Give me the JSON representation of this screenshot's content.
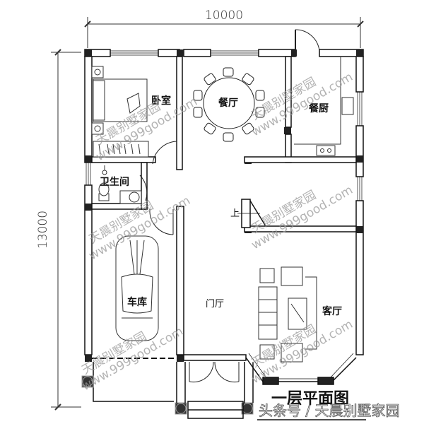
{
  "drawing": {
    "title": "一层平面图",
    "dimensions": {
      "width_label": "10000",
      "height_label": "13000"
    },
    "rooms": [
      {
        "id": "bedroom",
        "label": "卧室"
      },
      {
        "id": "dining",
        "label": "餐厅"
      },
      {
        "id": "kitchen",
        "label": "餐厨"
      },
      {
        "id": "bathroom",
        "label": "卫生间"
      },
      {
        "id": "garage",
        "label": "车库"
      },
      {
        "id": "foyer",
        "label": "门厅"
      },
      {
        "id": "living",
        "label": "客厅"
      }
    ],
    "stair_label": "上",
    "watermark": {
      "name": "天晨别墅家园",
      "url": "www.999good.com"
    },
    "source_credit": "头条号 / 天晨别墅家园"
  }
}
